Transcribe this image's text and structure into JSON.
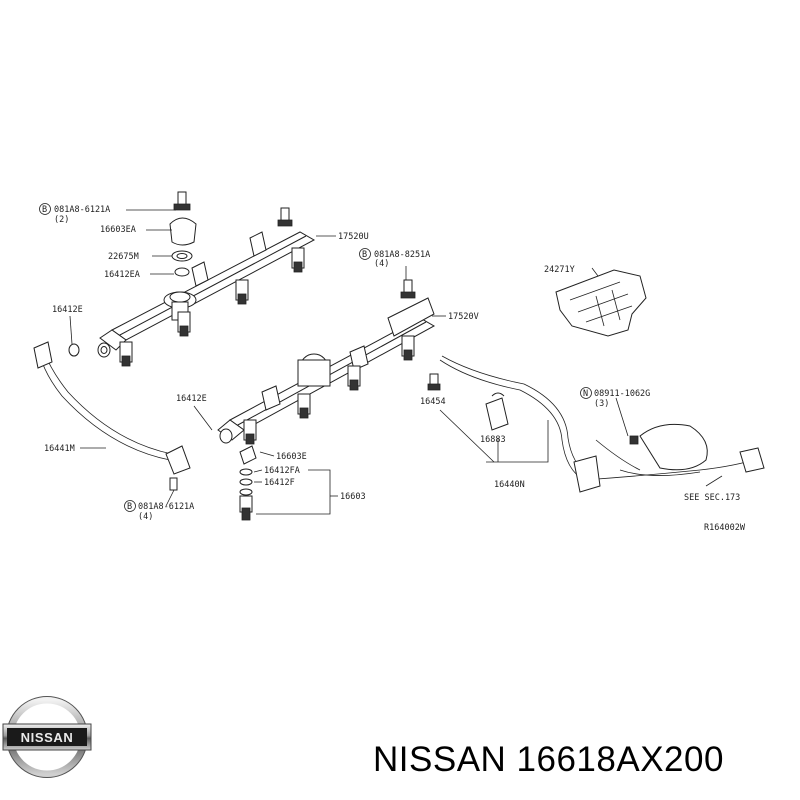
{
  "labels": {
    "bolt_upper_left": "081A8-6121A",
    "bolt_upper_left_qty": "(2)",
    "p16603EA": "16603EA",
    "p22675M": "22675M",
    "p16412EA": "16412EA",
    "p17520U": "17520U",
    "bolt_mid": "081A8-8251A",
    "bolt_mid_qty": "(4)",
    "p17520V": "17520V",
    "p16412E_top": "16412E",
    "p16412E_mid": "16412E",
    "p16441M": "16441M",
    "p16603E": "16603E",
    "p16412FA": "16412FA",
    "p16412F": "16412F",
    "p16603": "16603",
    "bolt_lower_left": "081A8-6121A",
    "bolt_lower_left_qty": "(4)",
    "p16454": "16454",
    "p16883": "16883",
    "p16440N": "16440N",
    "p24271Y": "24271Y",
    "nut": "08911-1062G",
    "nut_qty": "(3)",
    "see_sec": "SEE SEC.173",
    "ref": "R164002W",
    "circle_b": "B",
    "circle_n": "N"
  },
  "footer": {
    "brand": "NISSAN",
    "part_number": "NISSAN 16618AX200"
  }
}
